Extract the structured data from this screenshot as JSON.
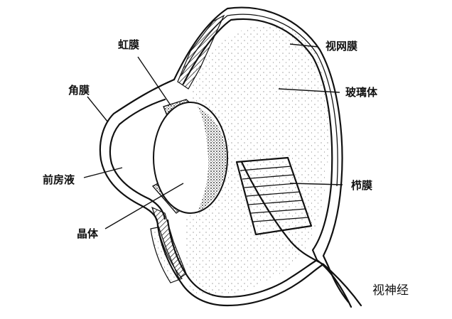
{
  "labels": {
    "retina": "视网膜",
    "iris": "虹膜",
    "vitreous": "玻璃体",
    "cornea": "角膜",
    "aqueous": "前房液",
    "pecten": "栉膜",
    "lens": "晶体",
    "optic_nerve": "视神经"
  }
}
